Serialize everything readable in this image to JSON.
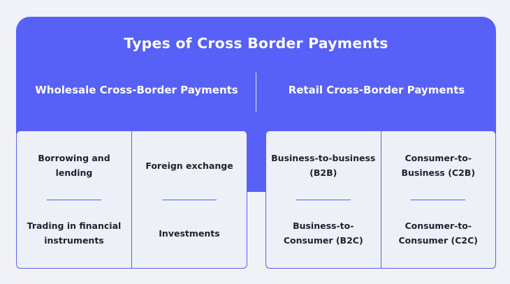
{
  "title": "Types of Cross Border Payments",
  "colors": {
    "accent": "#5761F7",
    "background": "#F0F2F7",
    "panel": "#EEF0F8"
  },
  "sections": [
    {
      "label": "Wholesale Cross-Border Payments",
      "columns": [
        {
          "top": "Borrowing and lending",
          "bottom": "Trading in financial instruments"
        },
        {
          "top": "Foreign exchange",
          "bottom": "Investments"
        }
      ]
    },
    {
      "label": "Retail Cross-Border Payments",
      "columns": [
        {
          "top": "Business-to-business (B2B)",
          "bottom": "Business-to-Consumer (B2C)"
        },
        {
          "top": "Consumer-to-Business (C2B)",
          "bottom": "Consumer-to-Consumer (C2C)"
        }
      ]
    }
  ]
}
